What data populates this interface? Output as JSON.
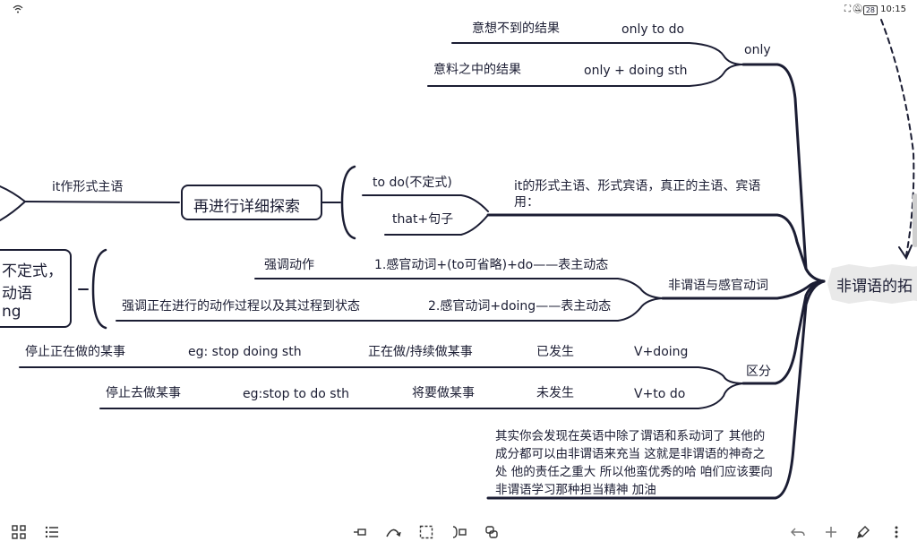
{
  "status": {
    "time": "10:15",
    "battery": "28"
  },
  "root": {
    "label": "非谓语的拓"
  },
  "only": {
    "label": "only",
    "items": [
      {
        "left": "意想不到的结果",
        "right": "only to do"
      },
      {
        "left": "意料之中的结果",
        "right": "only + doing sth"
      }
    ]
  },
  "it_branch": {
    "node": "再进行详细探索",
    "left_label": "it作形式主语",
    "items": [
      "to do(不定式)",
      "that+句子"
    ],
    "note_line1": "it的形式主语、形式宾语，真正的主语、宾语",
    "note_line2": "用："
  },
  "left_box": {
    "line1": "不定式，",
    "line2": "动语",
    "line3": "ng"
  },
  "perception": {
    "label": "非谓语与感官动词",
    "items": [
      {
        "left": "强调动作",
        "right": "1.感官动词+(to可省略)+do——表主动态"
      },
      {
        "left": "强调正在进行的动作过程以及其过程到状态",
        "right": "2.感官动词+doing——表主动态"
      }
    ]
  },
  "distinguish": {
    "label": "区分",
    "rows": [
      {
        "a": "停止正在做的某事",
        "b": "eg:  stop doing sth",
        "c": "正在做/持续做某事",
        "d": "已发生",
        "e": "V+doing"
      },
      {
        "a": "停止去做某事",
        "b": "eg:stop to do sth",
        "c": "将要做某事",
        "d": "未发生",
        "e": "V+to do"
      }
    ]
  },
  "summary": "其实你会发现在英语中除了谓语和系动词了 其他的成分都可以由非谓语来充当 这就是非谓语的神奇之处 他的责任之重大 所以他蛮优秀的哈 咱们应该要向非谓语学习那种担当精神 加油"
}
